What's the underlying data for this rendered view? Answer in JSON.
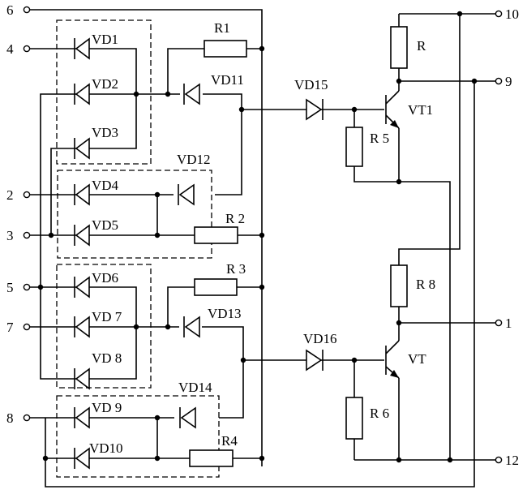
{
  "terminals": [
    "6",
    "4",
    "2",
    "3",
    "5",
    "7",
    "8",
    "10",
    "9",
    "1",
    "12"
  ],
  "diodes": [
    "VD1",
    "VD2",
    "VD3",
    "VD4",
    "VD5",
    "VD6",
    "VD 7",
    "VD 8",
    "VD 9",
    "VD10",
    "VD11",
    "VD12",
    "VD13",
    "VD14",
    "VD15",
    "VD16"
  ],
  "resistors": [
    "R1",
    "R 2",
    "R 3",
    "R4",
    "R",
    "R 5",
    "R 8",
    "R 6"
  ],
  "transistors": [
    "VT1",
    "VT"
  ]
}
